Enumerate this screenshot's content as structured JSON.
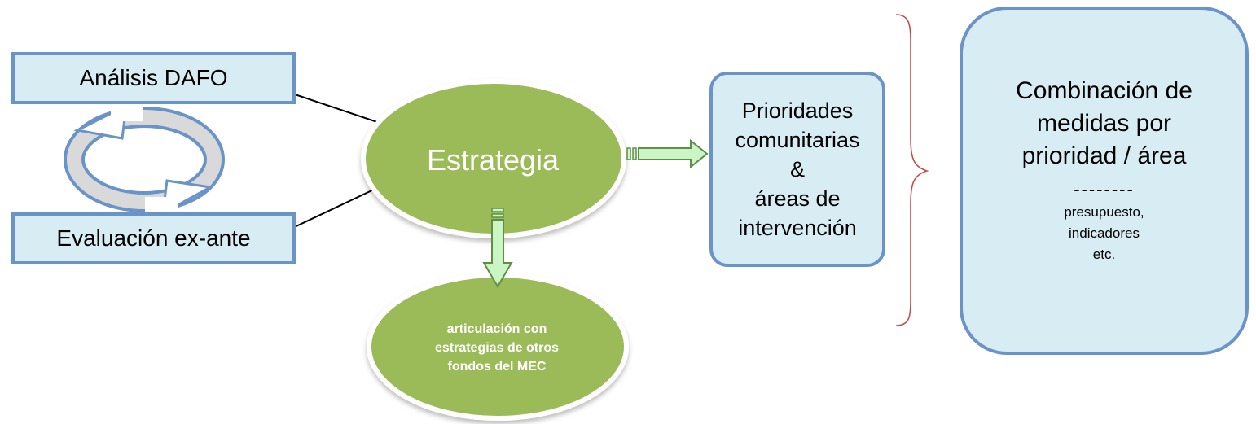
{
  "nodes": {
    "dafo": "Análisis DAFO",
    "exante": "Evaluación ex-ante",
    "estrategia": "Estrategia",
    "articulacion": [
      "articulación con",
      "estrategias de otros",
      "fondos del MEC"
    ],
    "prioridades": [
      "Prioridades",
      "comunitarias",
      "&",
      "áreas de",
      "intervención"
    ],
    "combinacion": {
      "title": [
        "Combinación de",
        "medidas por",
        "prioridad / área"
      ],
      "separator": "--------",
      "details": [
        "presupuesto,",
        "indicadores",
        "etc."
      ]
    }
  },
  "colors": {
    "box_fill": "#d8ecf4",
    "box_border": "#6a93c8",
    "ellipse_fill": "#9bbb59",
    "arrow_fill": "#ccf5c5",
    "arrow_stroke": "#5e8f47",
    "brace": "#c0504d"
  },
  "icons": [
    "cycle-arrows-icon"
  ]
}
